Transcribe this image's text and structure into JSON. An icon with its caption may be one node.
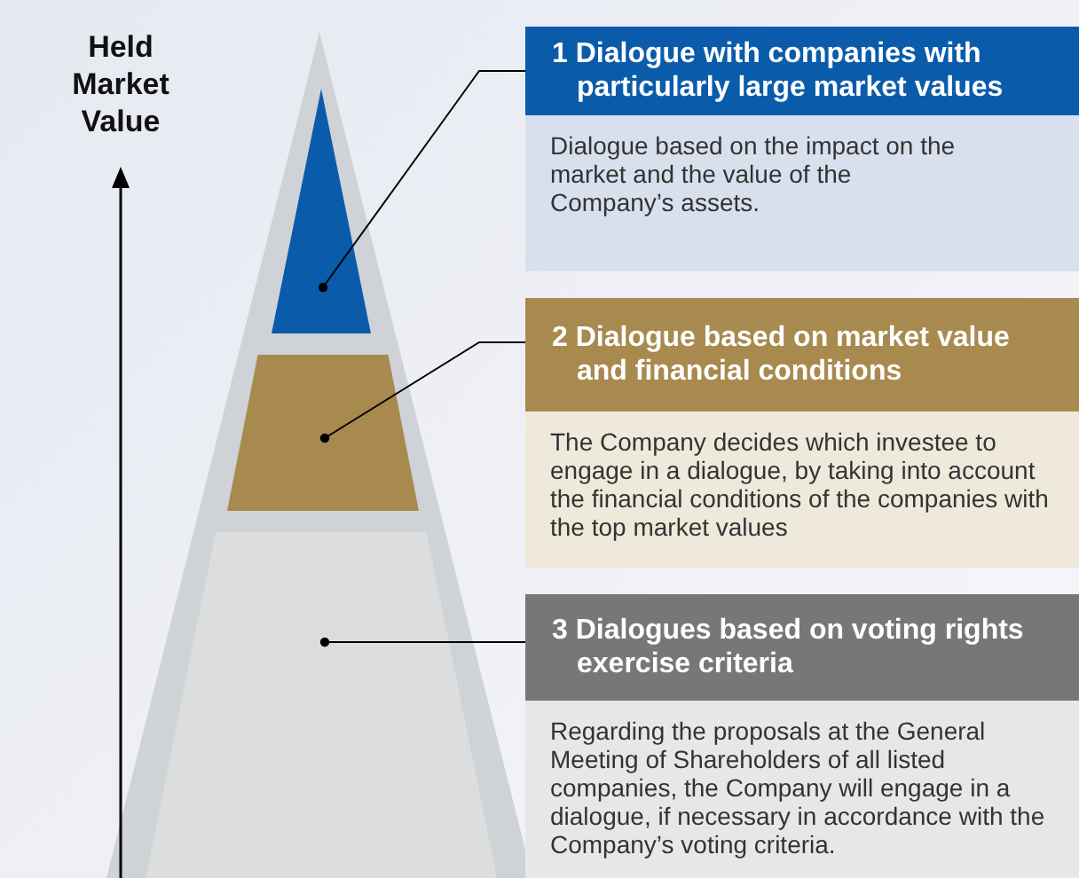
{
  "diagram": {
    "nodes": [
      {
        "text": [],
        "shape": "triangle"
      },
      {
        "text": [],
        "shape": "trapezoid"
      },
      {
        "text": [],
        "shape": "trapezoid"
      },
      {
        "text": [
          "1 Dialogue with companies with particularly large market values",
          "Dialogue based on the impact on the market and the value of the Company’s assets."
        ]
      },
      {
        "text": [
          "2 Dialogue based on market value and financial conditions",
          "The Company decides which investee to engage in a dialogue, by taking into account the financial conditions of the companies with the top market values"
        ]
      },
      {
        "text": [
          "3 Dialogues based on voting rights exercise criteria",
          "Regarding the proposals at the General Meeting of Shareholders of all listed companies, the Company will engage in a dialogue, if necessary in accordance with the Company’s voting criteria."
        ]
      }
    ],
    "edges": [
      {
        "from": 3,
        "to": 0,
        "arrow": "other"
      },
      {
        "from": 4,
        "to": 1,
        "arrow": "other"
      },
      {
        "from": 5,
        "to": 2,
        "arrow": "other"
      }
    ],
    "labels": [
      "Held Market Value"
    ]
  }
}
